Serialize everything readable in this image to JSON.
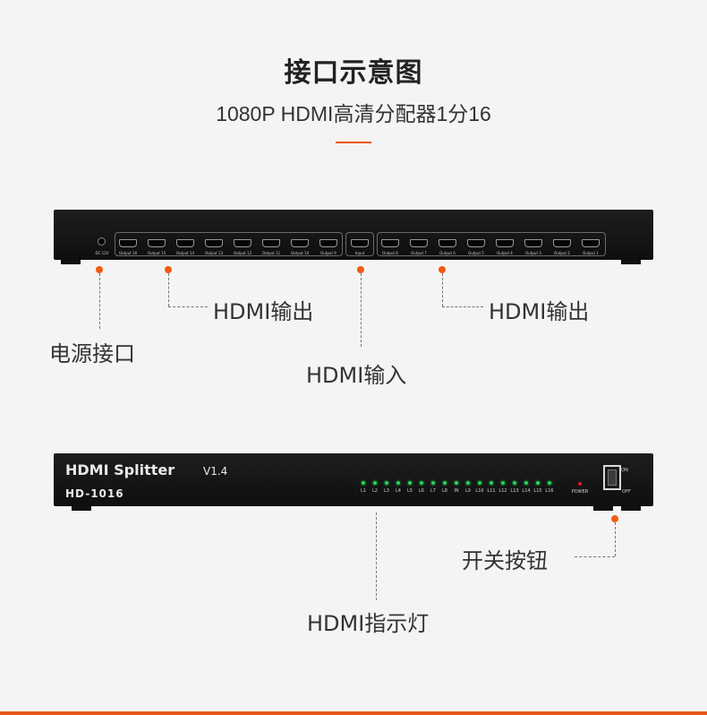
{
  "header": {
    "title": "接口示意图",
    "subtitle": "1080P HDMI高清分配器1分16"
  },
  "back_panel": {
    "power_label": "DC 12V",
    "input_label": "Input",
    "outputs_left": [
      "Output 16",
      "Output 15",
      "Output 14",
      "Output 13",
      "Output 12",
      "Output 11",
      "Output 10",
      "Output 9"
    ],
    "outputs_right": [
      "Output 8",
      "Output 7",
      "Output 6",
      "Output 5",
      "Output 4",
      "Output 3",
      "Output 2",
      "Output 1"
    ]
  },
  "front_panel": {
    "brand": "HDMI Splitter",
    "version": "V1.4",
    "model": "HD-1016",
    "leds": [
      "L1",
      "L2",
      "L3",
      "L4",
      "L5",
      "L6",
      "L7",
      "L8",
      "IN",
      "L9",
      "L10",
      "L11",
      "L12",
      "L13",
      "L14",
      "L15",
      "L16"
    ],
    "power_label": "POWER",
    "switch_on": "ON",
    "switch_off": "OFF"
  },
  "callouts": {
    "power_port": "电源接口",
    "hdmi_output_left": "HDMI输出",
    "hdmi_input": "HDMI输入",
    "hdmi_output_right": "HDMI输出",
    "power_switch": "开关按钮",
    "hdmi_indicator": "HDMI指示灯"
  },
  "colors": {
    "accent": "#e8561a",
    "dot": "#f35a12",
    "led_green": "#29d35b",
    "power_led": "#e01c1c"
  }
}
